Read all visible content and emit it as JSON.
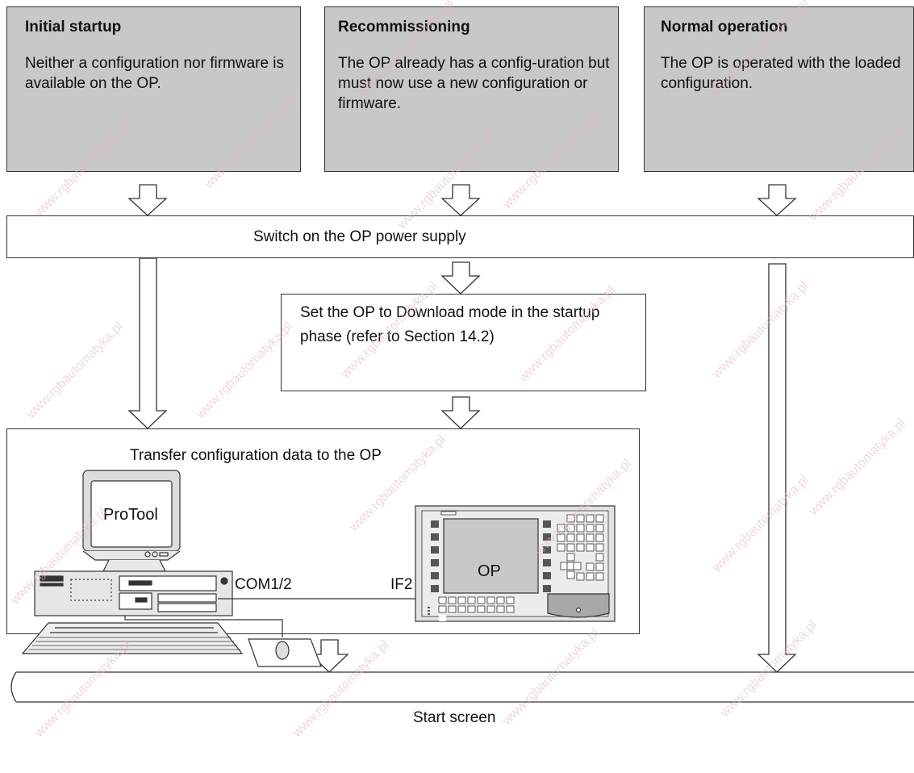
{
  "columns": [
    {
      "heading": "Initial startup",
      "text": "Neither a configuration nor firmware is available on the OP."
    },
    {
      "heading": "Recommissioning",
      "text": "The OP already has a config-uration but must now use a new configuration or firmware."
    },
    {
      "heading": "Normal operation",
      "text": "The OP is operated with the loaded configuration."
    }
  ],
  "power_step": "Switch on the OP power supply",
  "download_step": "Set the OP to Download mode in the startup phase (refer to Section 14.2)",
  "transfer_step": "Transfer configuration data to the OP",
  "pc": {
    "screen_label": "ProTool",
    "port_label": "COM1/2",
    "cable_label": "IF2"
  },
  "op": {
    "screen_label": "OP"
  },
  "end_step": "Start screen",
  "watermark": "www.rgbautomatyka.pl"
}
